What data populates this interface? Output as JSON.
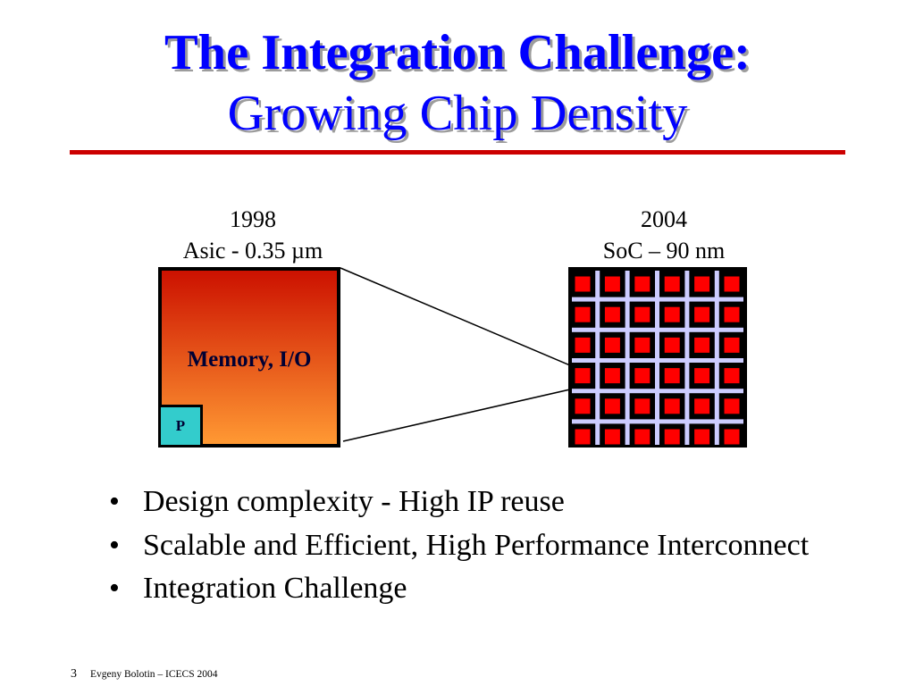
{
  "slide": {
    "title_line1": "The Integration Challenge:",
    "title_line2": "Growing Chip Density",
    "page_number": "3",
    "footer": "Evgeny Bolotin – ICECS 2004"
  },
  "diagram": {
    "asic": {
      "year": "1998",
      "caption": "Asic - 0.35 µm",
      "block_label": "Memory, I/O",
      "core_label": "P"
    },
    "soc": {
      "year": "2004",
      "caption": "SoC – 90 nm"
    }
  },
  "bullets": [
    "Design complexity - High IP reuse",
    "Scalable and Efficient, High Performance Interconnect",
    "Integration Challenge"
  ],
  "colors": {
    "title": "#0000ff",
    "rule": "#cc0000",
    "chip_top": "#cc1100",
    "chip_bottom": "#ff9933",
    "core": "#33cccc",
    "ip_block": "#ff0000",
    "interconnect": "#ccccff"
  }
}
